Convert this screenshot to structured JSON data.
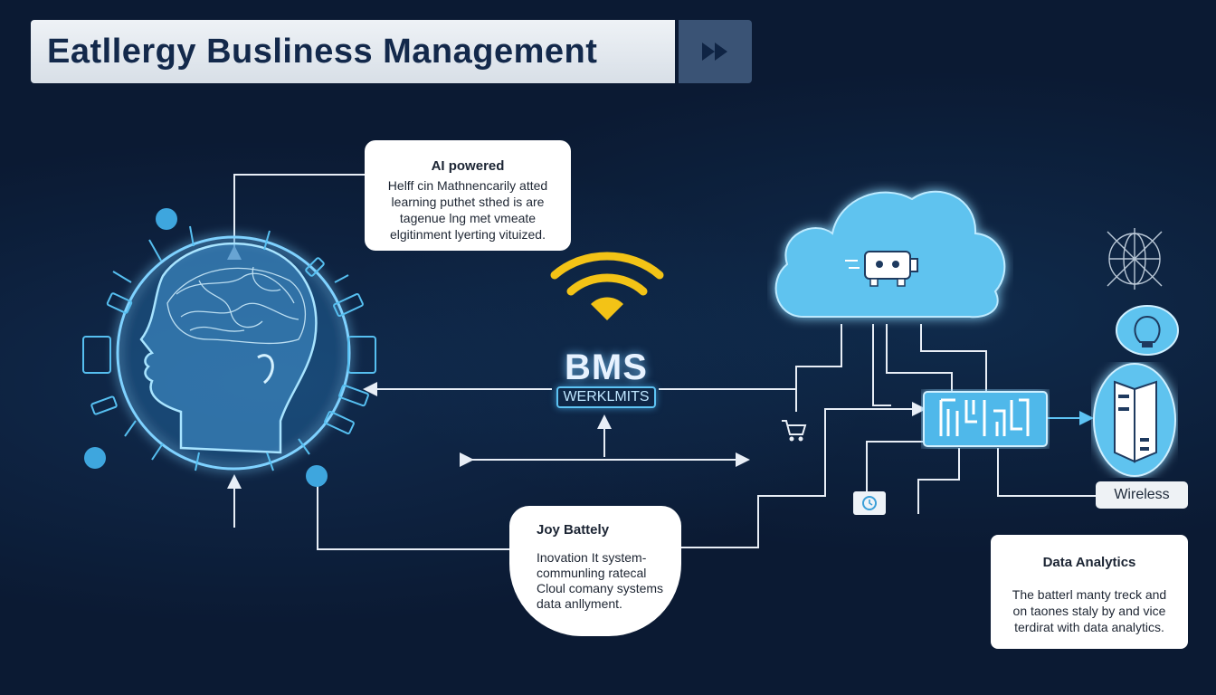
{
  "header": {
    "title": "Eatllergy Busliness Management",
    "forward_icon": "fast-forward-icon"
  },
  "ai_card": {
    "heading": "AI powered",
    "lines": [
      "Helff cin Mathnencarily atted",
      "learning puthet sthed is are",
      "tagenue lng met vmeate",
      "elgitinment lyerting vituized."
    ]
  },
  "center": {
    "title": "BMS",
    "subtitle": "WERKLMITS",
    "wifi_icon": "wifi-icon",
    "cart_icon": "shopping-cart-icon"
  },
  "joy_card": {
    "heading": "Joy Battely",
    "lines": [
      "Inovation It system-",
      "communling ratecal",
      "Cloul comany systems",
      "data anllyment."
    ]
  },
  "data_card": {
    "heading": "Data Analytics",
    "lines": [
      "The batterl manty treck and",
      "on taones staly by and vice",
      "terdirat with data analytics."
    ]
  },
  "wireless_label": "Wireless",
  "icons": {
    "head": "ai-head-icon",
    "cloud": "cloud-robot-icon",
    "chip": "circuit-chip-icon",
    "server": "server-icon",
    "bulb": "lightbulb-icon",
    "globe": "network-globe-icon",
    "clock": "clock-icon"
  },
  "colors": {
    "background": "#0b1a33",
    "accent_blue": "#5dc3f3",
    "wifi_yellow": "#f3c316",
    "title_bar": "#e6ebf0",
    "title_text": "#13294b"
  }
}
